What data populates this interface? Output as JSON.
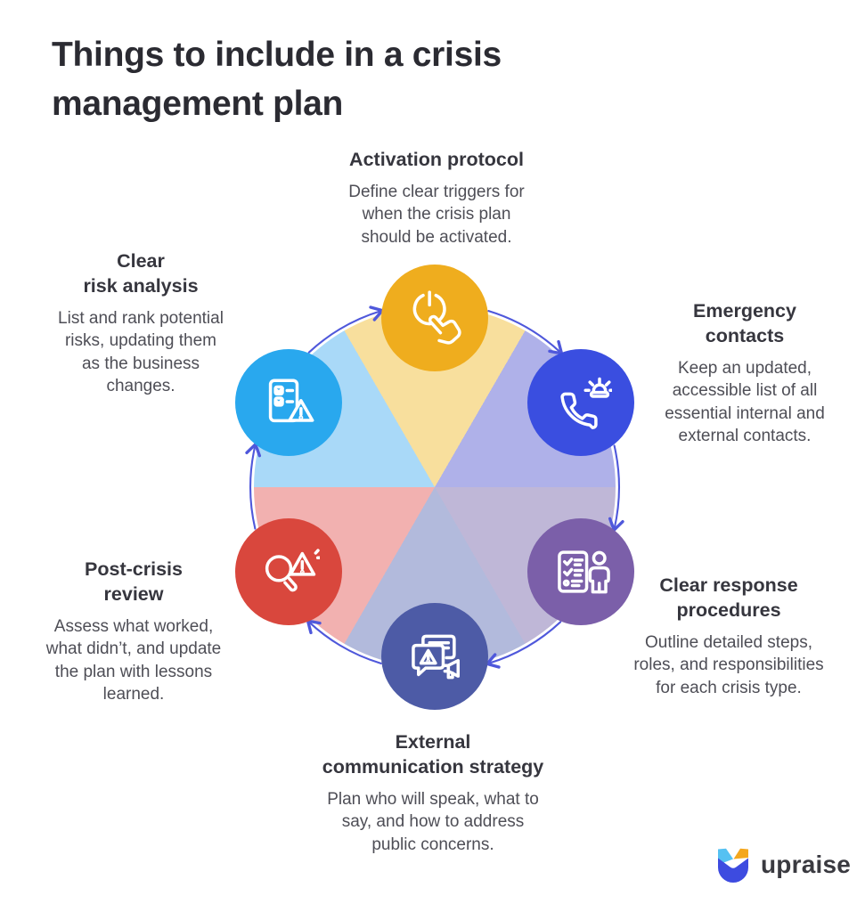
{
  "title": "Things to include in a crisis\nmanagement plan",
  "wheel": {
    "arrow_color": "#4F58DB",
    "direction": "clockwise",
    "segments": [
      {
        "name": "activation-segment",
        "color": "#F8DF9D"
      },
      {
        "name": "emergency-segment",
        "color": "#AFB1E9"
      },
      {
        "name": "response-segment",
        "color": "#BFB7D7"
      },
      {
        "name": "communication-segment",
        "color": "#B2BADC"
      },
      {
        "name": "post-crisis-segment",
        "color": "#F2B1B0"
      },
      {
        "name": "risk-segment",
        "color": "#A9D9F8"
      }
    ]
  },
  "items": [
    {
      "heading": "Activation protocol",
      "body": "Define clear triggers for\nwhen the crisis plan\nshould be activated.",
      "circle_color": "#EFAD1E",
      "icon": "power-button-click-icon"
    },
    {
      "heading": "Emergency\ncontacts",
      "body": "Keep an updated,\naccessible list of all\nessential internal and\nexternal contacts.",
      "circle_color": "#3A4EE0",
      "icon": "phone-siren-icon"
    },
    {
      "heading": "Clear response\nprocedures",
      "body": "Outline detailed steps,\nroles, and responsibilities\nfor each crisis type.",
      "circle_color": "#7B5FA9",
      "icon": "checklist-person-icon"
    },
    {
      "heading": "External\ncommunication strategy",
      "body": "Plan who will speak, what to\nsay, and how to address\npublic concerns.",
      "circle_color": "#4D5BA6",
      "icon": "alert-message-megaphone-icon"
    },
    {
      "heading": "Post-crisis\nreview",
      "body": "Assess what worked,\nwhat didn’t, and update\nthe plan with lessons\nlearned.",
      "circle_color": "#D9473D",
      "icon": "magnifier-warning-icon"
    },
    {
      "heading": "Clear\nrisk analysis",
      "body": "List and rank potential\nrisks, updating them\nas the business\nchanges.",
      "circle_color": "#29A8EE",
      "icon": "risk-checklist-warning-icon"
    }
  ],
  "logo": {
    "text": "upraise",
    "text_color": "#3A3A40",
    "mark_body_color": "#3D4BE0",
    "mark_left_color": "#55C1F2",
    "mark_right_color": "#F4A71E"
  }
}
